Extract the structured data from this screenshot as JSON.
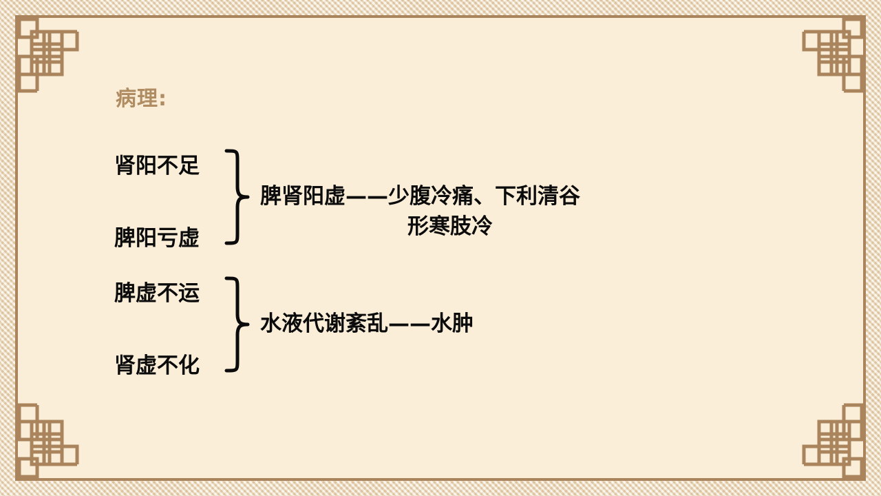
{
  "slide": {
    "title": "病理:",
    "background_color": "#faeed8",
    "border_color": "#a9845d",
    "title_color": "#b08c62",
    "text_color": "#0b0b0b",
    "ornament_color": "#a9845d"
  },
  "groups": [
    {
      "cause_top": "肾阳不足",
      "cause_bottom": "脾阳亏虚",
      "brace": "right-curly-brace",
      "result_line_1": "脾肾阳虚——少腹冷痛、下利清谷",
      "result_line_2": "形寒肢冷"
    },
    {
      "cause_top": "脾虚不运",
      "cause_bottom": "肾虚不化",
      "brace": "right-curly-brace",
      "result_line_1": "水液代谢紊乱——水肿",
      "result_line_2": ""
    }
  ]
}
